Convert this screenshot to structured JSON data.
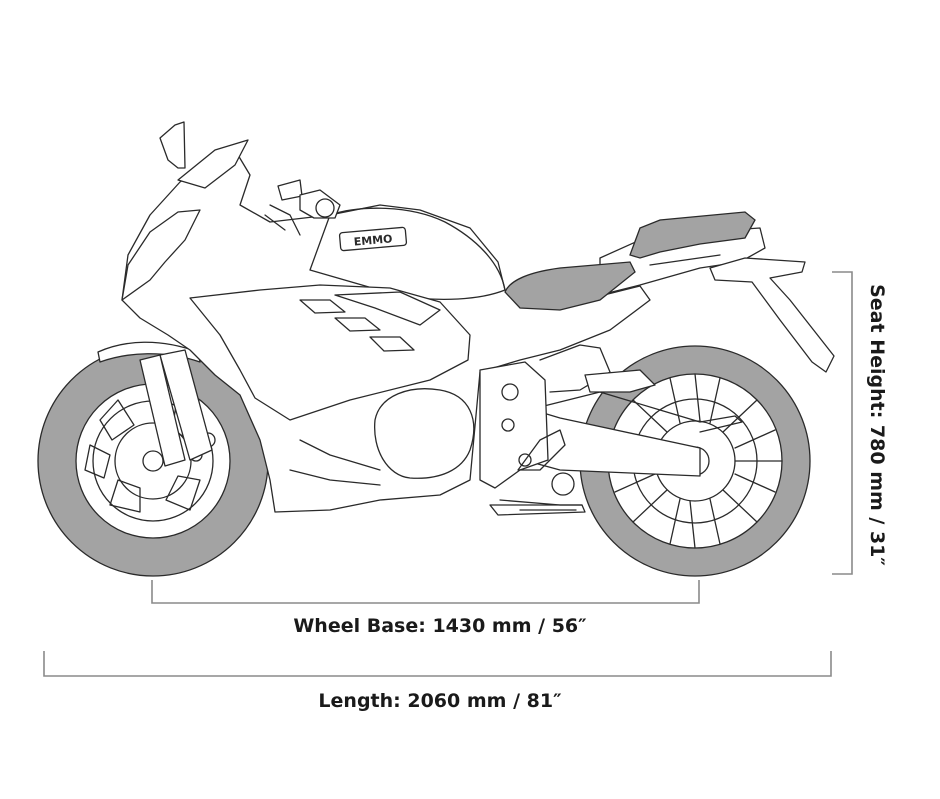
{
  "dimensions": {
    "wheel_base": "Wheel Base: 1430 mm / 56″",
    "length": "Length: 2060 mm / 81″",
    "seat_height": "Seat Height: 780 mm / 31″"
  },
  "brand_logo_text": "EMMO",
  "colors": {
    "outline": "#2a2a2a",
    "tyre_fill": "#a3a3a3",
    "dimension_line": "#8a8a8a",
    "background": "#ffffff"
  }
}
